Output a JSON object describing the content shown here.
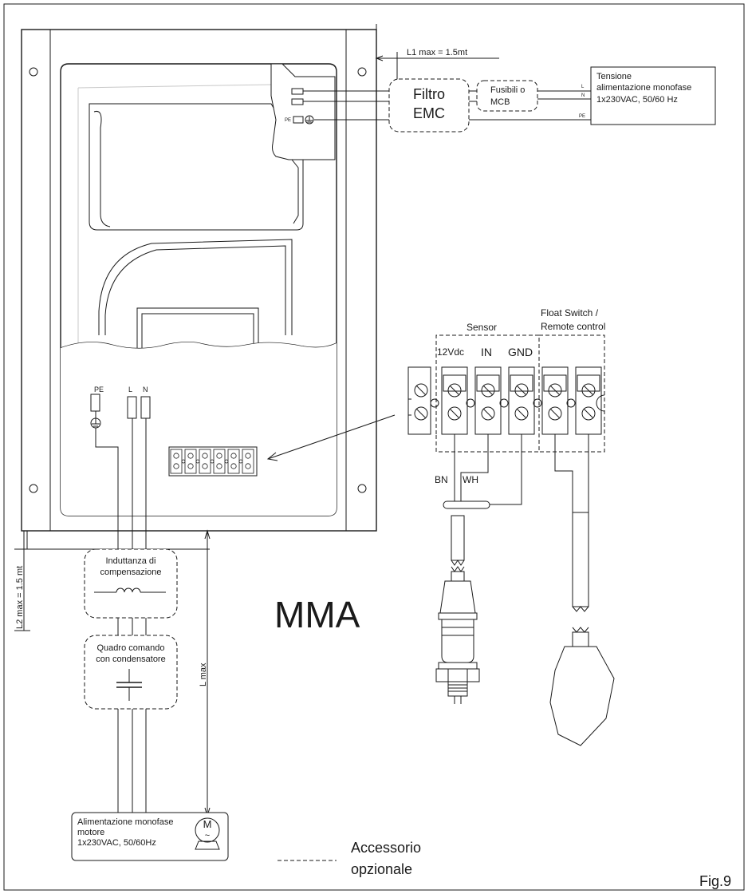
{
  "figure": {
    "label": "Fig.9",
    "model": "MMA"
  },
  "mains": {
    "l1_dimension": "L1 max = 1.5mt",
    "emc_filter_line1": "Filtro",
    "emc_filter_line2": "EMC",
    "fuses_line1": "Fusibili o",
    "fuses_line2": "MCB",
    "supply_line1": "Tensione",
    "supply_line2": "alimentazione monofase",
    "supply_line3": "1x230VAC, 50/60 Hz",
    "terminal_l": "L",
    "terminal_n": "N",
    "terminal_pe": "PE"
  },
  "drive_terminals": {
    "pe": "PE",
    "l": "L",
    "n": "N"
  },
  "motor_side": {
    "l2_dimension": "L2 max = 1.5 mt",
    "inductance_line1": "Induttanza di",
    "inductance_line2": "compensazione",
    "control_panel_line1": "Quadro comando",
    "control_panel_line2": "con condensatore",
    "l_max": "L max",
    "motor_line1": "Alimentazione monofase",
    "motor_line2": "motore",
    "motor_line3": "1x230VAC, 50/60Hz",
    "motor_symbol": "M",
    "motor_tilde": "~"
  },
  "sensor_block": {
    "sensor_title": "Sensor",
    "float_line1": "Float Switch /",
    "float_line2": "Remote control",
    "pin_12vdc": "12Vdc",
    "pin_in": "IN",
    "pin_gnd": "GND",
    "wire_bn": "BN",
    "wire_wh": "WH"
  },
  "legend": {
    "line1": "Accessorio",
    "line2": "opzionale"
  }
}
